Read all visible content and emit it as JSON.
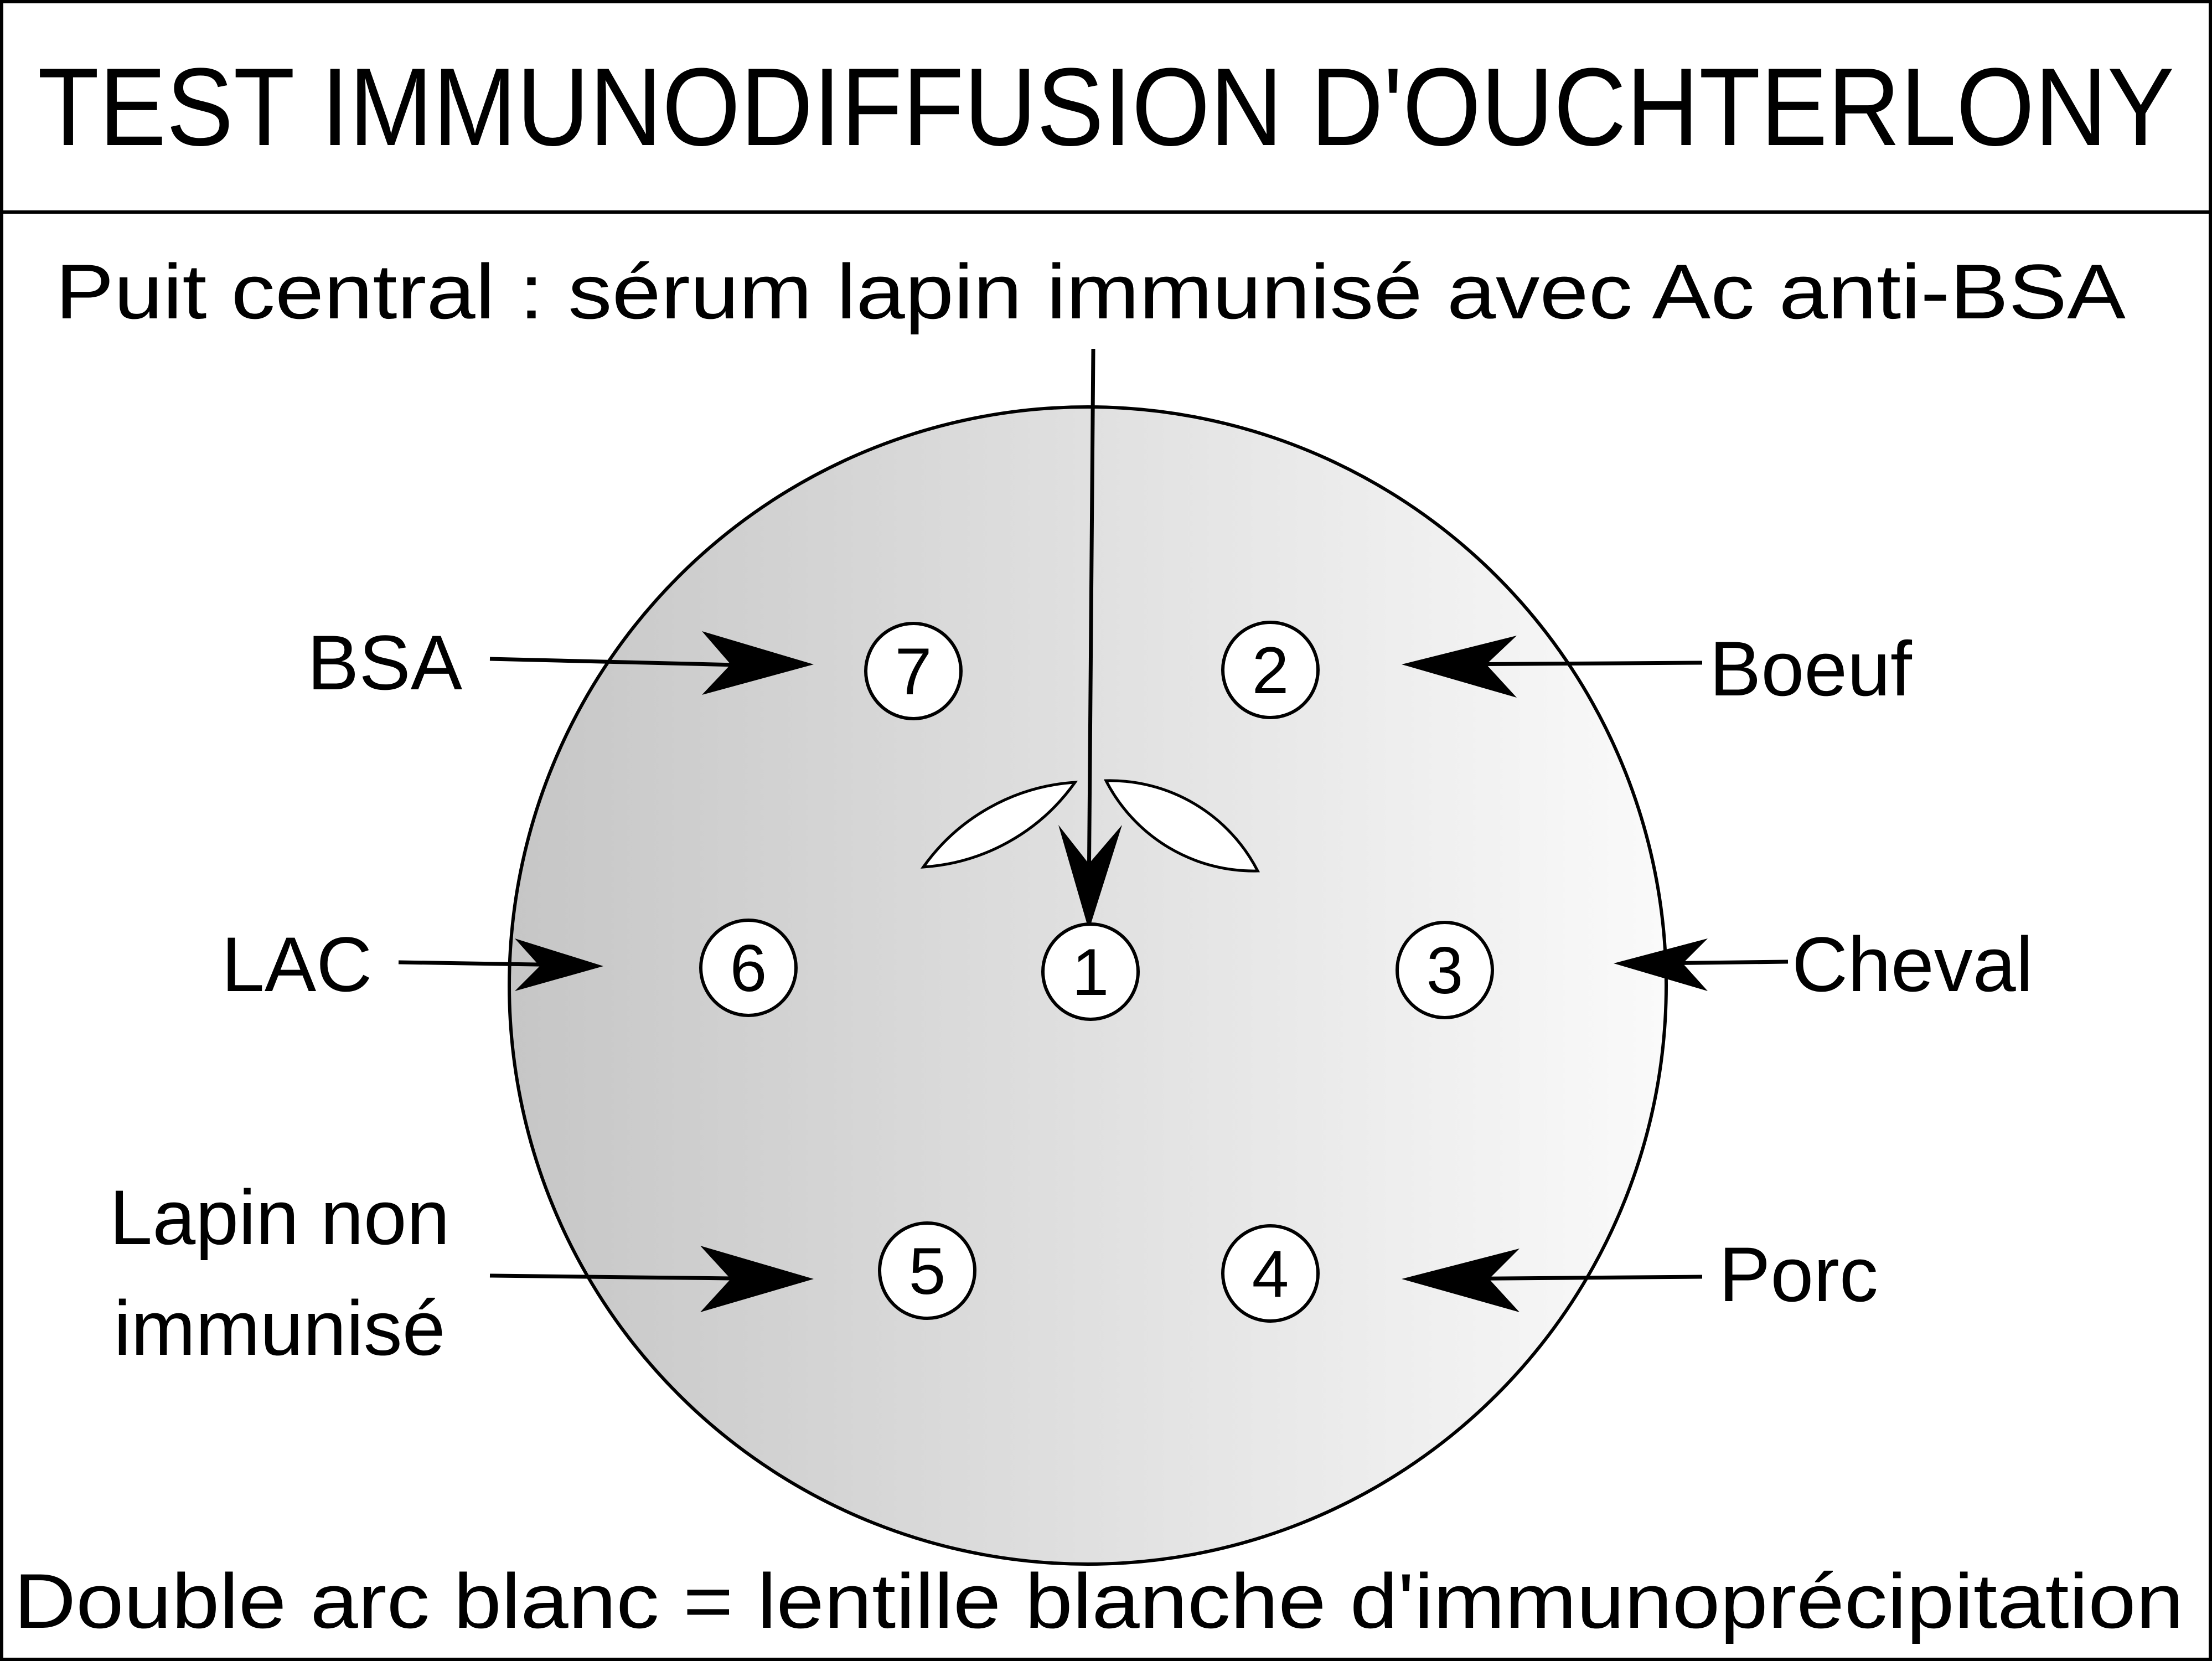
{
  "title": "TEST IMMUNODIFFUSION D'OUCHTERLONY",
  "subtitle": "Puit central : sérum lapin immunisé avec Ac anti-BSA",
  "footer": "Double arc blanc = lentille blanche d'immunoprécipitation",
  "wells": [
    {
      "number": "1"
    },
    {
      "number": "2",
      "label": "Boeuf"
    },
    {
      "number": "3",
      "label": "Cheval"
    },
    {
      "number": "4",
      "label": "Porc"
    },
    {
      "number": "5",
      "label_line1": "Lapin non",
      "label_line2": "immunisé"
    },
    {
      "number": "6",
      "label": "LAC"
    },
    {
      "number": "7",
      "label": "BSA"
    }
  ],
  "colors": {
    "line": "#000000",
    "plate_left": "#c6c6c6",
    "plate_right": "#fafafa",
    "well_fill": "#ffffff",
    "precipitin_arc": "#ffffff"
  }
}
